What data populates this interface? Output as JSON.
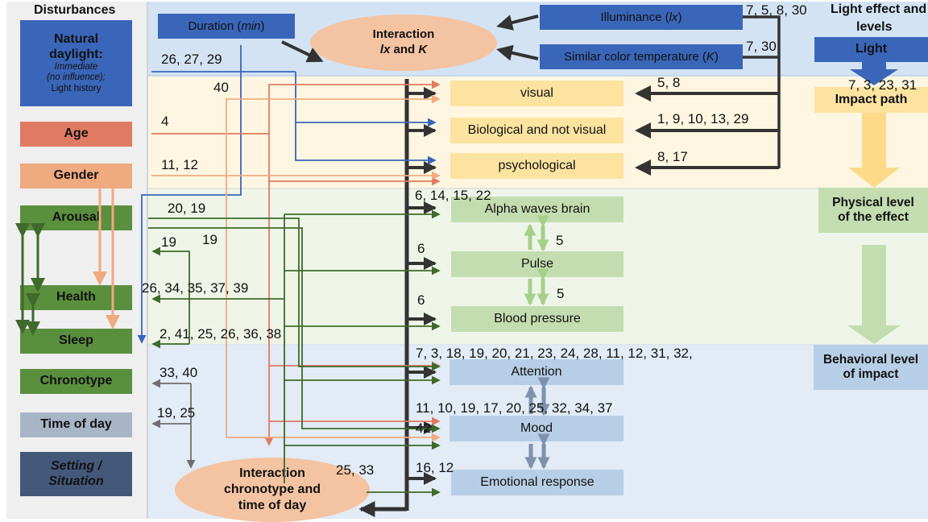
{
  "colors": {
    "blue": "#3a66b9",
    "age": "#e07a63",
    "gender": "#f0aa7f",
    "green": "#5a8f3e",
    "dark_green": "#3f6a2b",
    "time_of_day": "#a8b5c7",
    "setting": "#44587a",
    "yellow_box": "#fde3a0",
    "green_box": "#c4ddb0",
    "blue_box": "#b7cfe6",
    "ellipse": "#f4c3a2",
    "band_light": "#d3e3f3",
    "band_visual": "#fef6e1",
    "band_physical": "#eef5e8",
    "band_behavioral": "#e2ebf6",
    "gray": "#6f6f6f"
  },
  "disturbances": {
    "title": "Disturbances",
    "natural_daylight": {
      "title": "Natural daylight:",
      "line1": "Immediate",
      "line2": "(no influence);",
      "line3": "Light history"
    },
    "age": "Age",
    "gender": "Gender",
    "arousal": "Arousal",
    "health": "Health",
    "sleep": "Sleep",
    "chronotype": "Chronotype",
    "time_of_day": "Time of day",
    "setting_1": "Setting /",
    "setting_2": "Situation"
  },
  "light": {
    "duration_prefix": "Duration (",
    "duration_unit": "min",
    "duration_suffix": ")",
    "illuminance_prefix": "Illuminance (",
    "illuminance_unit": "lx",
    "illuminance_suffix": ")",
    "cct_prefix": "Similar color temperature (",
    "cct_unit": "K",
    "cct_suffix": ")",
    "interaction_title": "Interaction",
    "interaction_lx": "lx",
    "interaction_and": " and ",
    "interaction_k": "K"
  },
  "impact_paths": {
    "visual": "visual",
    "biological": "Biological and not visual",
    "psychological": "psychological"
  },
  "physical": {
    "alpha": "Alpha waves brain",
    "pulse": "Pulse",
    "blood_pressure": "Blood pressure"
  },
  "behavioral": {
    "attention": "Attention",
    "mood": "Mood",
    "emotional": "Emotional response"
  },
  "interaction_chrono": {
    "line1": "Interaction",
    "line2": "chronotype and",
    "line3": "time of day"
  },
  "legend": {
    "title_1": "Light effect and",
    "title_2": "levels",
    "light": "Light",
    "impact_path": "Impact path",
    "physical_1": "Physical level",
    "physical_2": "of the effect",
    "behavioral_1": "Behavioral level",
    "behavioral_2": "of impact"
  },
  "refs": {
    "illuminance": "7, 5, 8, 30",
    "cct": "7, 30",
    "duration": "26, 27, 29",
    "legend_light": "7, 3, 23, 31",
    "visual": "5, 8",
    "biological": "1, 9, 10, 13, 29",
    "psychological": "8, 17",
    "gender": "40",
    "age": "4",
    "gender_2": "11, 12",
    "arousal": "20, 19",
    "arousal_19a": "19",
    "arousal_19b": "19",
    "health": "26, 34, 35, 37, 39",
    "sleep": "2, 41, 25, 26, 36, 38",
    "chronotype": "33, 40",
    "time_of_day": "19, 25",
    "alpha": "6, 14, 15, 22",
    "pulse": "6",
    "bp": "6",
    "alpha_pulse": "5",
    "pulse_bp": "5",
    "attention": "7, 3, 18, 19, 20, 21, 23, 24, 28, 11, 12, 31, 32,",
    "mood": "11, 10, 19, 17, 20, 25, 32, 34, 37",
    "mood_42": "42",
    "chrono_interaction": "25, 33",
    "emotional": "16, 12"
  }
}
